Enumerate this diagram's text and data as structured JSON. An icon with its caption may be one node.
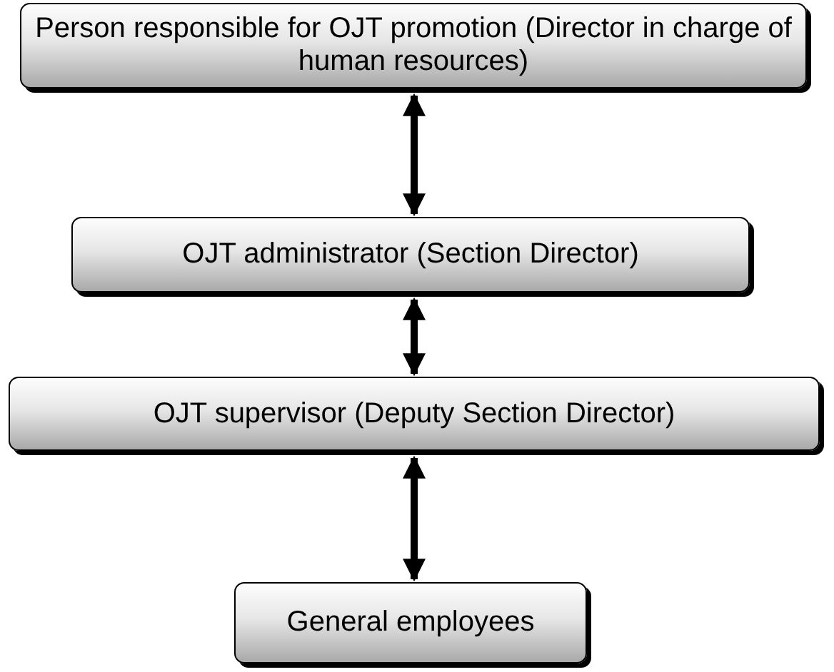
{
  "diagram": {
    "nodes": [
      {
        "text": [
          "Person responsible for OJT promotion (Director in charge of human resources)"
        ]
      },
      {
        "text": [
          "OJT administrator (Section Director)"
        ]
      },
      {
        "text": [
          "OJT supervisor (Deputy Section Director)"
        ]
      },
      {
        "text": [
          "General employees"
        ]
      }
    ],
    "edges": [
      {
        "from": 0,
        "to": 1,
        "arrow": "both"
      },
      {
        "from": 1,
        "to": 2,
        "arrow": "both"
      },
      {
        "from": 2,
        "to": 3,
        "arrow": "both"
      }
    ]
  }
}
